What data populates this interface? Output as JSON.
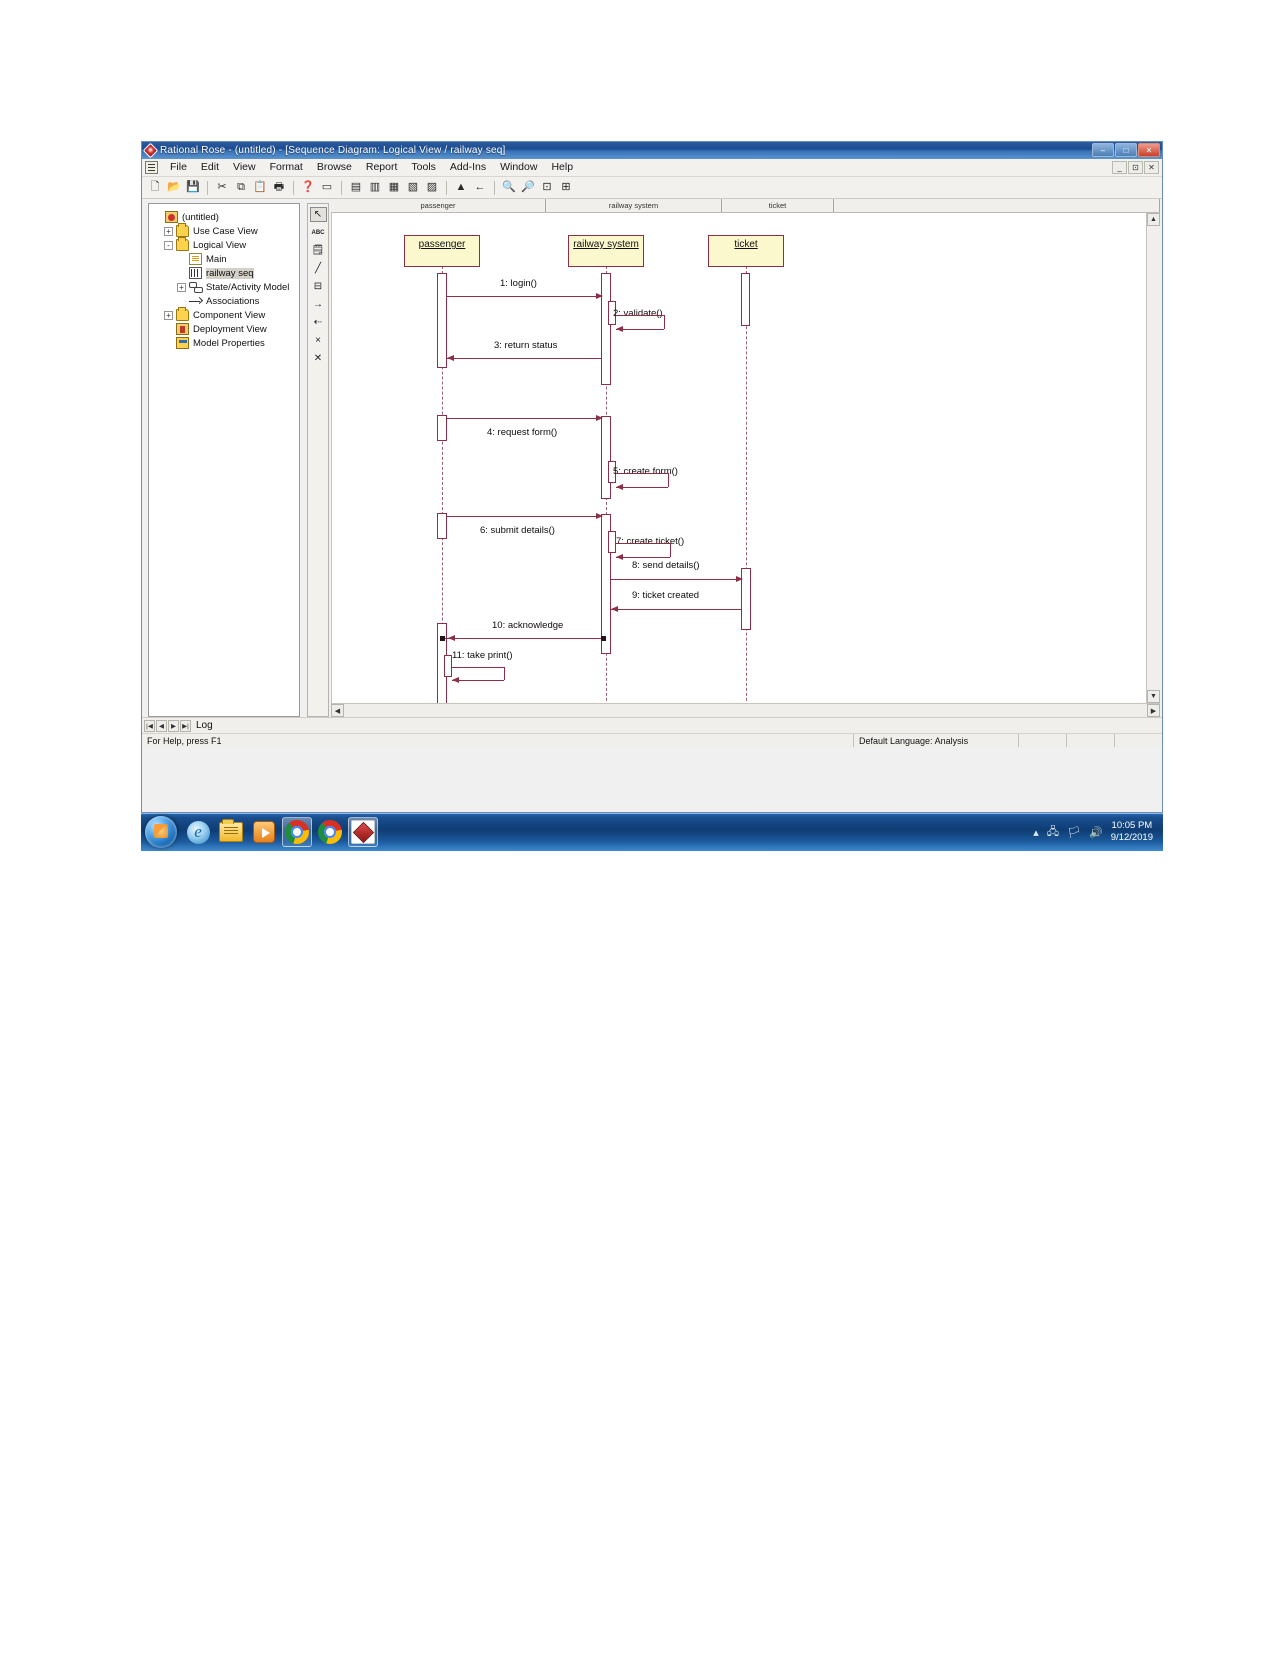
{
  "window": {
    "title": "Rational Rose - (untitled) - [Sequence Diagram: Logical View / railway seq]",
    "app_icon": "rose-diamond-icon",
    "minimize": "–",
    "maximize": "□",
    "close": "✕",
    "mdi_minimize": "_",
    "mdi_restore": "⊡",
    "mdi_close": "✕"
  },
  "menu": {
    "items": [
      {
        "label": "File"
      },
      {
        "label": "Edit"
      },
      {
        "label": "View"
      },
      {
        "label": "Format"
      },
      {
        "label": "Browse"
      },
      {
        "label": "Report"
      },
      {
        "label": "Tools"
      },
      {
        "label": "Add-Ins"
      },
      {
        "label": "Window"
      },
      {
        "label": "Help"
      }
    ]
  },
  "toolbar": {
    "buttons": [
      {
        "name": "new-icon",
        "glyph": "🗋"
      },
      {
        "name": "open-icon",
        "glyph": "📂"
      },
      {
        "name": "save-icon",
        "glyph": "💾"
      },
      {
        "name": "cut-icon",
        "glyph": "✂"
      },
      {
        "name": "copy-icon",
        "glyph": "⧉"
      },
      {
        "name": "paste-icon",
        "glyph": "📋"
      },
      {
        "name": "print-icon",
        "glyph": "🖶"
      },
      {
        "name": "context-help-icon",
        "glyph": "❓"
      },
      {
        "name": "view-documentation-icon",
        "glyph": "▭"
      },
      {
        "name": "browse-class-diagram-icon",
        "glyph": "▤"
      },
      {
        "name": "browse-interaction-diagram-icon",
        "glyph": "▥"
      },
      {
        "name": "browse-component-diagram-icon",
        "glyph": "▦"
      },
      {
        "name": "browse-state-machine-diagram-icon",
        "glyph": "▧"
      },
      {
        "name": "browse-deployment-diagram-icon",
        "glyph": "▨"
      },
      {
        "name": "browse-parent-icon",
        "glyph": "▲"
      },
      {
        "name": "browse-previous-icon",
        "glyph": "←"
      },
      {
        "name": "zoom-in-icon",
        "glyph": "🔍"
      },
      {
        "name": "zoom-out-icon",
        "glyph": "🔎"
      },
      {
        "name": "fit-in-window-icon",
        "glyph": "⊡"
      },
      {
        "name": "undo-fit-icon",
        "glyph": "⊞"
      }
    ]
  },
  "tree": {
    "root": "(untitled)",
    "items": [
      {
        "label": "Use Case View",
        "icon": "folder-icon",
        "expander": "+",
        "indent": 1,
        "selected": false
      },
      {
        "label": "Logical View",
        "icon": "folder-icon",
        "expander": "-",
        "indent": 1,
        "selected": false
      },
      {
        "label": "Main",
        "icon": "class-diagram-icon",
        "expander": "",
        "indent": 2,
        "selected": false
      },
      {
        "label": "railway seq",
        "icon": "sequence-diagram-icon",
        "expander": "",
        "indent": 2,
        "selected": true
      },
      {
        "label": "State/Activity Model",
        "icon": "state-model-icon",
        "expander": "+",
        "indent": 2,
        "selected": false
      },
      {
        "label": "Associations",
        "icon": "associations-icon",
        "expander": "",
        "indent": 2,
        "selected": false
      },
      {
        "label": "Component View",
        "icon": "folder-icon",
        "expander": "+",
        "indent": 1,
        "selected": false
      },
      {
        "label": "Deployment View",
        "icon": "deployment-icon",
        "expander": "",
        "indent": 1,
        "selected": false
      },
      {
        "label": "Model Properties",
        "icon": "model-properties-icon",
        "expander": "",
        "indent": 1,
        "selected": false
      }
    ]
  },
  "diagram_toolbox": {
    "tools": [
      {
        "name": "selection-tool",
        "glyph": "↖",
        "active": true
      },
      {
        "name": "text-tool",
        "glyph": "ABC",
        "active": false
      },
      {
        "name": "note-tool",
        "glyph": "🗒",
        "active": false
      },
      {
        "name": "anchor-note-tool",
        "glyph": "╱",
        "active": false
      },
      {
        "name": "object-tool",
        "glyph": "⊟",
        "active": false
      },
      {
        "name": "object-message-tool",
        "glyph": "→",
        "active": false
      },
      {
        "name": "return-message-tool",
        "glyph": "⇠",
        "active": false
      },
      {
        "name": "destruction-marker-tool",
        "glyph": "×",
        "active": false
      },
      {
        "name": "delete-tool",
        "glyph": "✕",
        "active": false
      }
    ]
  },
  "ruler": {
    "segments": [
      {
        "label": "passenger"
      },
      {
        "label": "railway system"
      },
      {
        "label": "ticket"
      },
      {
        "label": ""
      }
    ]
  },
  "diagram": {
    "type": "uml-sequence-diagram",
    "name": "railway seq",
    "objects": [
      {
        "id": "passenger",
        "label": "passenger"
      },
      {
        "id": "railway_system",
        "label": "railway system"
      },
      {
        "id": "ticket",
        "label": "ticket"
      }
    ],
    "messages": [
      {
        "seq": 1,
        "label": "1: login()",
        "from": "passenger",
        "to": "railway_system",
        "kind": "call"
      },
      {
        "seq": 2,
        "label": "2: validate()",
        "from": "railway_system",
        "to": "railway_system",
        "kind": "self"
      },
      {
        "seq": 3,
        "label": "3: return status",
        "from": "railway_system",
        "to": "passenger",
        "kind": "return"
      },
      {
        "seq": 4,
        "label": "4: request form()",
        "from": "passenger",
        "to": "railway_system",
        "kind": "call"
      },
      {
        "seq": 5,
        "label": "5: create form()",
        "from": "railway_system",
        "to": "railway_system",
        "kind": "self"
      },
      {
        "seq": 6,
        "label": "6: submit details()",
        "from": "passenger",
        "to": "railway_system",
        "kind": "call"
      },
      {
        "seq": 7,
        "label": "7: create ticket()",
        "from": "railway_system",
        "to": "railway_system",
        "kind": "self"
      },
      {
        "seq": 8,
        "label": "8: send details()",
        "from": "railway_system",
        "to": "ticket",
        "kind": "call"
      },
      {
        "seq": 9,
        "label": "9: ticket created",
        "from": "ticket",
        "to": "railway_system",
        "kind": "return"
      },
      {
        "seq": 10,
        "label": "10: acknowledge",
        "from": "railway_system",
        "to": "passenger",
        "kind": "return"
      },
      {
        "seq": 11,
        "label": "11: take print()",
        "from": "passenger",
        "to": "passenger",
        "kind": "self"
      }
    ],
    "colors": {
      "object_fill": "#fbf8cd",
      "line": "#8b2f46",
      "text": "#0d0d0d"
    }
  },
  "log_tabs": {
    "nav_first": "|◀",
    "nav_prev": "◀",
    "nav_next": "▶",
    "nav_last": "▶|",
    "tab_label": "Log"
  },
  "statusbar": {
    "help": "For Help, press F1",
    "language": "Default Language: Analysis",
    "cell2": "",
    "cell3": "",
    "cell4": ""
  },
  "taskbar": {
    "start": "start-orb-icon",
    "quick_launch": [
      {
        "name": "internet-explorer-icon"
      },
      {
        "name": "windows-explorer-icon"
      },
      {
        "name": "media-player-icon"
      },
      {
        "name": "chrome-icon"
      },
      {
        "name": "chrome-window-icon"
      },
      {
        "name": "rational-rose-icon"
      }
    ],
    "tray": [
      {
        "name": "show-hidden-icons-icon",
        "glyph": "▴"
      },
      {
        "name": "network-icon",
        "glyph": "🖧"
      },
      {
        "name": "action-center-icon",
        "glyph": "🏳"
      },
      {
        "name": "volume-icon",
        "glyph": "🔊"
      }
    ],
    "clock_time": "10:05 PM",
    "clock_date": "9/12/2019"
  }
}
